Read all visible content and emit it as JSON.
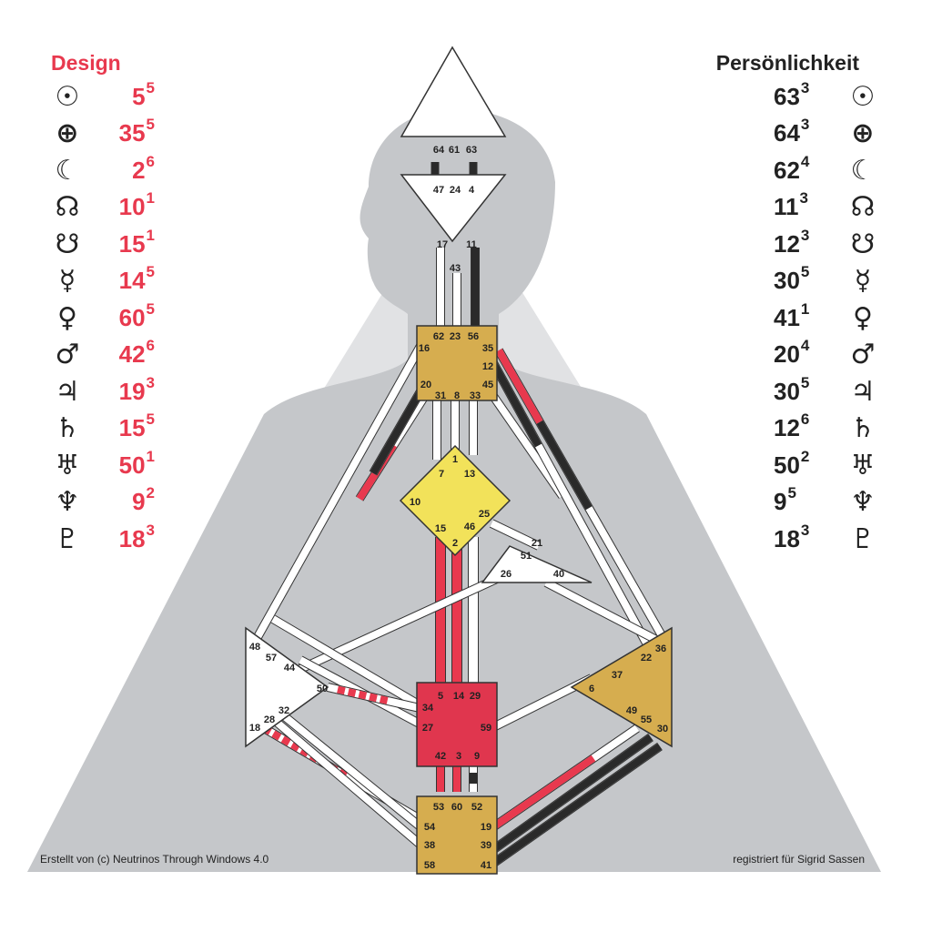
{
  "design": {
    "title": "Design",
    "rows": [
      {
        "symbol": "☉",
        "icon": "sun-icon",
        "gate": "5",
        "line": "5"
      },
      {
        "symbol": "⊕",
        "icon": "earth-icon",
        "gate": "35",
        "line": "5"
      },
      {
        "symbol": "☾",
        "icon": "moon-icon",
        "gate": "2",
        "line": "6"
      },
      {
        "symbol": "☊",
        "icon": "north-node-icon",
        "gate": "10",
        "line": "1"
      },
      {
        "symbol": "☋",
        "icon": "south-node-icon",
        "gate": "15",
        "line": "1"
      },
      {
        "symbol": "☿",
        "icon": "mercury-icon",
        "gate": "14",
        "line": "5"
      },
      {
        "symbol": "♀",
        "icon": "venus-icon",
        "gate": "60",
        "line": "5"
      },
      {
        "symbol": "♂",
        "icon": "mars-icon",
        "gate": "42",
        "line": "6"
      },
      {
        "symbol": "♃",
        "icon": "jupiter-icon",
        "gate": "19",
        "line": "3"
      },
      {
        "symbol": "♄",
        "icon": "saturn-icon",
        "gate": "15",
        "line": "5"
      },
      {
        "symbol": "♅",
        "icon": "uranus-icon",
        "gate": "50",
        "line": "1"
      },
      {
        "symbol": "♆",
        "icon": "neptune-icon",
        "gate": "9",
        "line": "2"
      },
      {
        "symbol": "♇",
        "icon": "pluto-icon",
        "gate": "18",
        "line": "3"
      }
    ]
  },
  "personality": {
    "title": "Persönlichkeit",
    "rows": [
      {
        "symbol": "☉",
        "icon": "sun-icon",
        "gate": "63",
        "line": "3"
      },
      {
        "symbol": "⊕",
        "icon": "earth-icon",
        "gate": "64",
        "line": "3"
      },
      {
        "symbol": "☾",
        "icon": "moon-icon",
        "gate": "62",
        "line": "4"
      },
      {
        "symbol": "☊",
        "icon": "north-node-icon",
        "gate": "11",
        "line": "3"
      },
      {
        "symbol": "☋",
        "icon": "south-node-icon",
        "gate": "12",
        "line": "3"
      },
      {
        "symbol": "☿",
        "icon": "mercury-icon",
        "gate": "30",
        "line": "5"
      },
      {
        "symbol": "♀",
        "icon": "venus-icon",
        "gate": "41",
        "line": "1"
      },
      {
        "symbol": "♂",
        "icon": "mars-icon",
        "gate": "20",
        "line": "4"
      },
      {
        "symbol": "♃",
        "icon": "jupiter-icon",
        "gate": "30",
        "line": "5"
      },
      {
        "symbol": "♄",
        "icon": "saturn-icon",
        "gate": "12",
        "line": "6"
      },
      {
        "symbol": "♅",
        "icon": "uranus-icon",
        "gate": "50",
        "line": "2"
      },
      {
        "symbol": "♆",
        "icon": "neptune-icon",
        "gate": "9",
        "line": "5"
      },
      {
        "symbol": "♇",
        "icon": "pluto-icon",
        "gate": "18",
        "line": "3"
      }
    ]
  },
  "bodygraph": {
    "gates": {
      "head": [
        "64",
        "61",
        "63"
      ],
      "ajna": [
        "47",
        "24",
        "4",
        "17",
        "11",
        "43"
      ],
      "throat": [
        "62",
        "23",
        "56",
        "16",
        "35",
        "12",
        "20",
        "45",
        "31",
        "8",
        "33"
      ],
      "g": [
        "1",
        "7",
        "13",
        "10",
        "25",
        "15",
        "46",
        "2"
      ],
      "ego": [
        "21",
        "51",
        "26",
        "40"
      ],
      "spleen": [
        "48",
        "57",
        "44",
        "50",
        "32",
        "28",
        "18"
      ],
      "solar_plexus": [
        "37",
        "22",
        "36",
        "6",
        "49",
        "55",
        "30"
      ],
      "sacral": [
        "5",
        "14",
        "29",
        "34",
        "27",
        "59",
        "42",
        "3",
        "9"
      ],
      "root": [
        "53",
        "60",
        "52",
        "54",
        "19",
        "38",
        "39",
        "58",
        "41"
      ]
    },
    "colors": {
      "defined_center": "#d6ad4f",
      "g_center": "#f2e25a",
      "sacral_center": "#e0364e",
      "background_shape": "#e1e2e4",
      "body_silhouette": "#c5c7ca",
      "design_red": "#e8394e",
      "personality_black": "#2a2a2a"
    }
  },
  "footer": {
    "left": "Erstellt von (c) Neutrinos Through Windows 4.0",
    "right": "registriert für Sigrid Sassen"
  }
}
